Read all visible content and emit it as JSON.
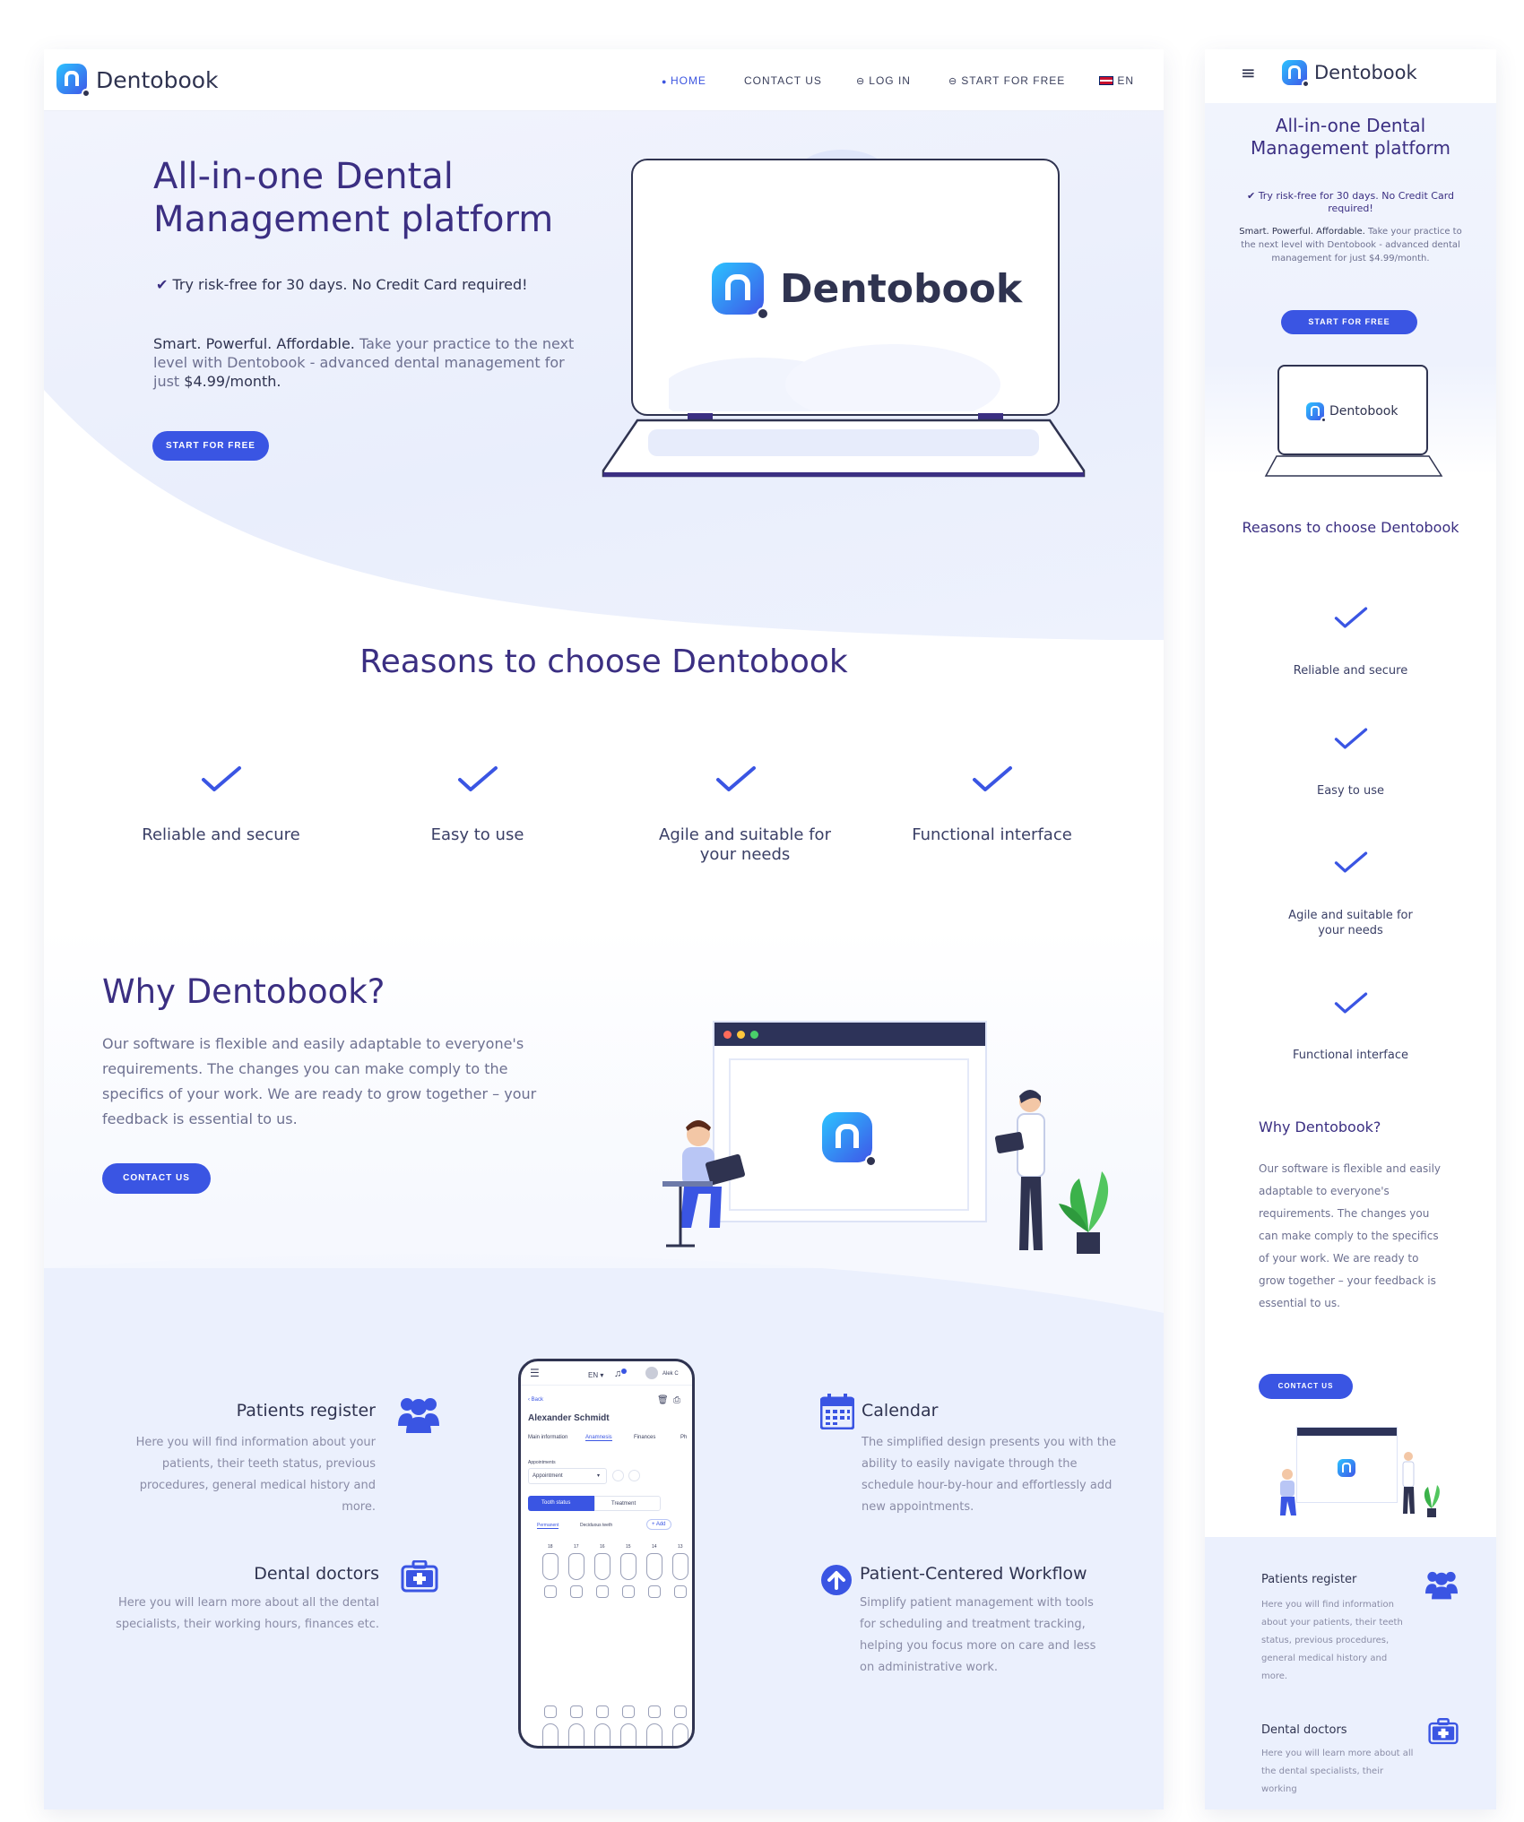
{
  "brand": {
    "name": "Dentobook",
    "accent": "#3a55e3",
    "heading_color": "#3b2f82",
    "dark": "#2f3350"
  },
  "nav": {
    "home": "HOME",
    "contact": "CONTACT US",
    "login": "LOG IN",
    "start": "START FOR FREE",
    "lang": "EN"
  },
  "hero": {
    "title_line1": "All-in-one Dental",
    "title_line2": "Management platform",
    "risk_free": "Try risk-free for 30 days. No Credit Card required!",
    "lead_strong": "Smart. Powerful. Affordable.",
    "lead_rest": "Take your practice to the next level with Dentobook - advanced dental management for just",
    "price": "$4.99/month.",
    "cta": "START FOR FREE"
  },
  "reasons": {
    "title": "Reasons to choose Dentobook",
    "items": [
      {
        "label": "Reliable and secure"
      },
      {
        "label": "Easy to use"
      },
      {
        "label": "Agile and suitable for your needs"
      },
      {
        "label": "Functional interface"
      }
    ]
  },
  "why": {
    "title": "Why Dentobook?",
    "body": "Our software is flexible and easily adaptable to everyone's requirements. The changes you can make comply to the specifics of your work. We are ready to grow together – your feedback is essential to us.",
    "cta": "CONTACT US"
  },
  "features": {
    "patients": {
      "title": "Patients register",
      "body": "Here you will find information about your patients, their teeth status, previous procedures, general medical history and more.",
      "icon": "users-icon"
    },
    "doctors": {
      "title": "Dental doctors",
      "body": "Here you will learn more about all the dental specialists, their working hours, finances etc.",
      "icon": "medical-kit-icon"
    },
    "calendar": {
      "title": "Calendar",
      "body": "The simplified design presents you with the ability to easily navigate through the schedule hour-by-hour and effortlessly add new appointments.",
      "icon": "calendar-icon"
    },
    "workflow": {
      "title": "Patient-Centered Workflow",
      "body": "Simplify patient management with tools for scheduling and treatment tracking, helping you focus more on care and less on administrative work.",
      "icon": "arrow-up-circle-icon"
    }
  },
  "phone": {
    "lang": "EN",
    "user": "Alek C",
    "back": "Back",
    "patient": "Alexander Schmidt",
    "tabs": [
      "Main information",
      "Anamnesis",
      "Finances",
      "Ph"
    ],
    "appointments_label": "Appointments",
    "appointment_select": "Appointment",
    "segments": [
      "Tooth status",
      "Treatment"
    ],
    "add": "+ Add",
    "subtabs": [
      "Permanent",
      "Deciduous teeth"
    ],
    "teeth_numbers": [
      "18",
      "17",
      "16",
      "15",
      "14",
      "13"
    ]
  },
  "mobile": {
    "hero_title": "All-in-one Dental Management platform",
    "risk_free": "Try risk-free for 30 days. No Credit Card required!",
    "lead_strong": "Smart. Powerful. Affordable.",
    "lead_rest": "Take your practice to the next level with Dentobook - advanced dental management for just $4.99/month.",
    "cta": "START FOR FREE",
    "reasons_title": "Reasons to choose Dentobook",
    "why_title": "Why Dentobook?",
    "why_body": "Our software is flexible and easily adaptable to everyone's requirements. The changes you can make comply to the specifics of your work. We are ready to grow together – your feedback is essential to us.",
    "why_cta": "CONTACT US",
    "patients_title": "Patients register",
    "patients_body": "Here you will find information about your patients, their teeth status, previous procedures, general medical history and more.",
    "doctors_title": "Dental doctors",
    "doctors_body": "Here you will learn more about all the dental specialists, their working"
  }
}
